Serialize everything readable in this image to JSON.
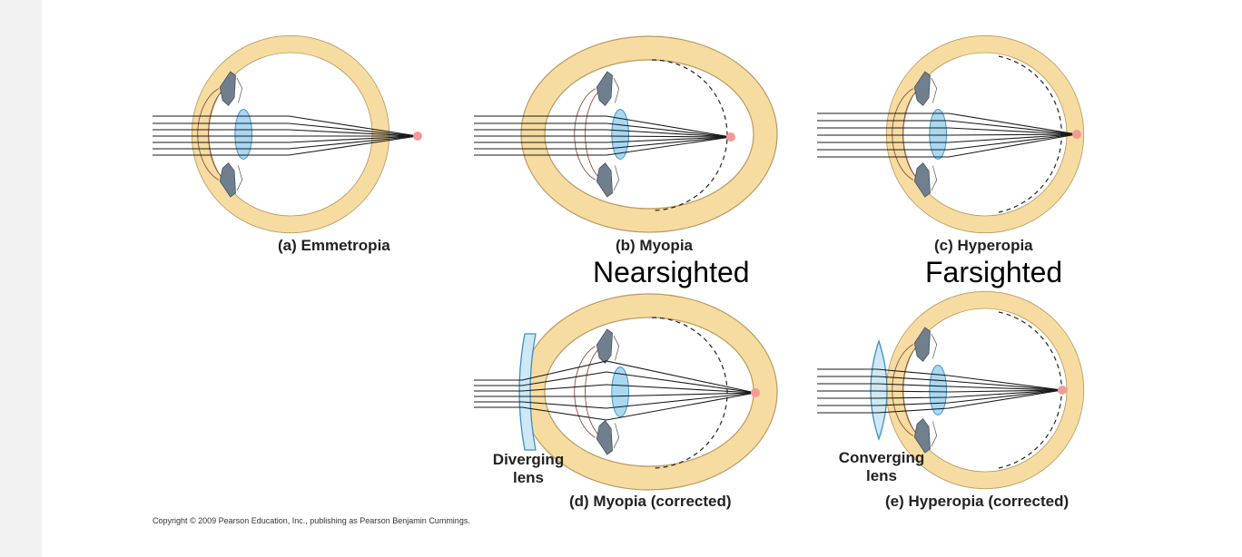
{
  "panels": {
    "a": {
      "caption": "(a) Emmetropia"
    },
    "b": {
      "caption": "(b) Myopia",
      "label": "Nearsighted"
    },
    "c": {
      "caption": "(c) Hyperopia",
      "label": "Farsighted"
    },
    "d": {
      "caption": "(d) Myopia (corrected)",
      "lens_line1": "Diverging",
      "lens_line2": "lens"
    },
    "e": {
      "caption": "(e) Hyperopia (corrected)",
      "lens_line1": "Converging",
      "lens_line2": "lens"
    }
  },
  "copyright": "Copyright © 2009 Pearson Education, Inc., publishing as Pearson Benjamin Cummings.",
  "colors": {
    "sclera": "#f6dca0",
    "sclera_stroke": "#b99a64",
    "lens": "#a9d8f2",
    "lens_stroke": "#3d8fc4",
    "iris": "#6f7f8e",
    "focal_point": "#f29a9a",
    "ray": "#1a1a1a",
    "cornea": "#8a4a3a"
  },
  "icons": [
    "eye-diagram",
    "diverging-lens",
    "converging-lens"
  ]
}
